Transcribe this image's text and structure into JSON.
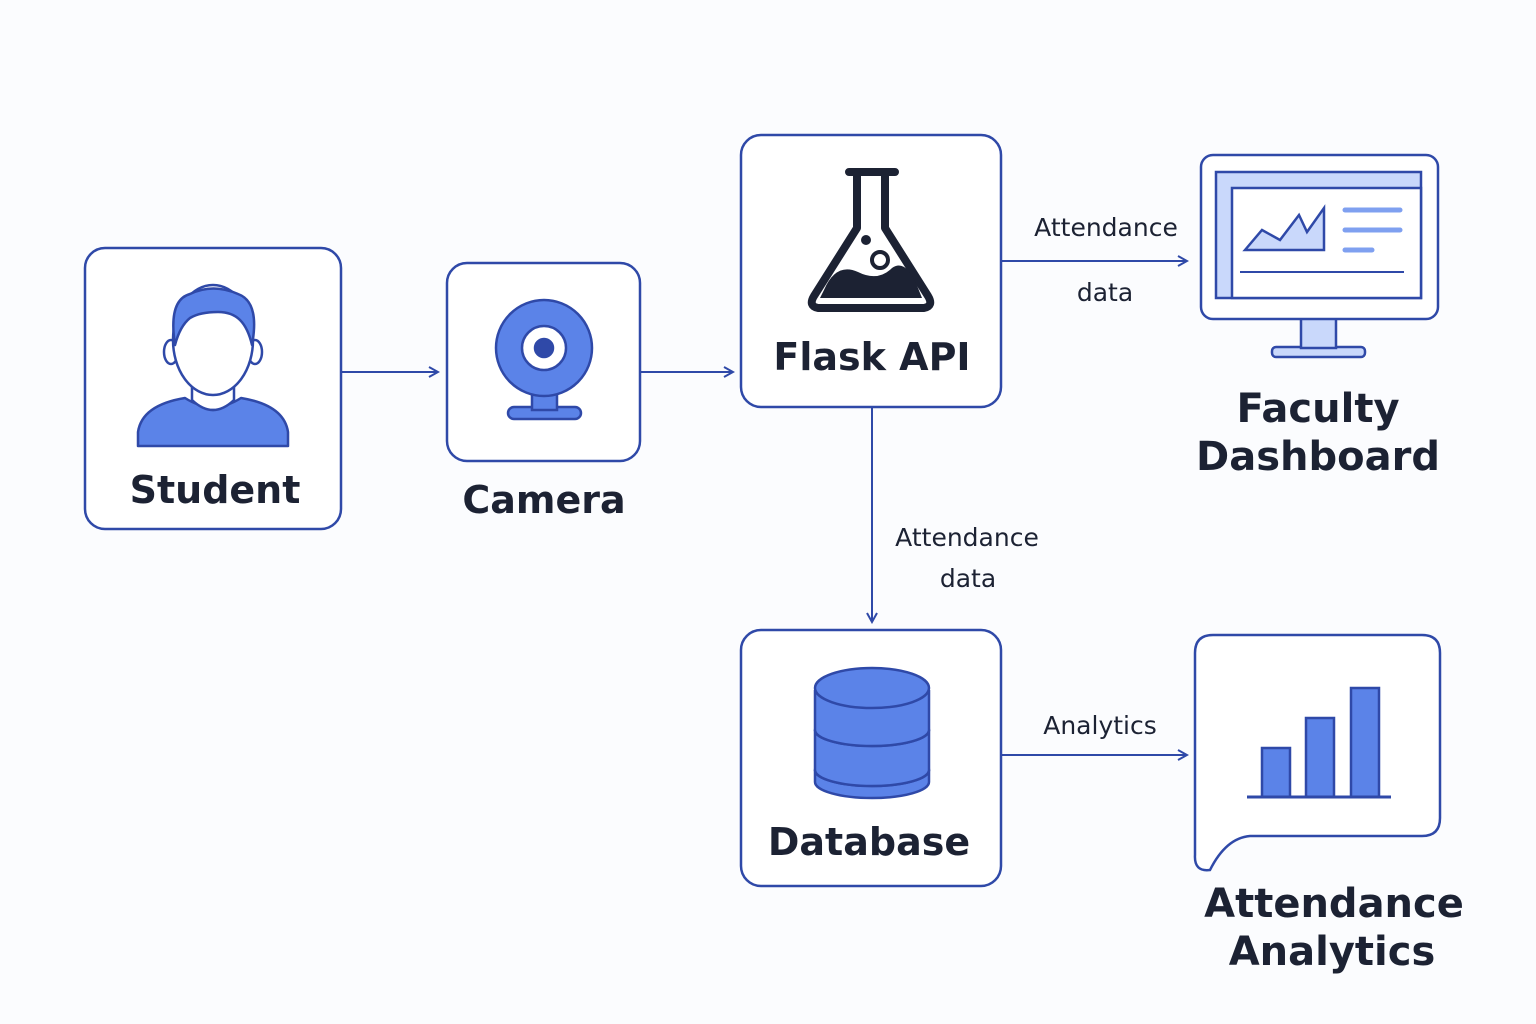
{
  "nodes": {
    "student": {
      "label": "Student",
      "icon": "student-avatar-icon"
    },
    "camera": {
      "label": "Camera",
      "icon": "webcam-icon"
    },
    "flask_api": {
      "label": "Flask API",
      "icon": "flask-icon"
    },
    "faculty_dashboard": {
      "label_line1": "Faculty",
      "label_line2": "Dashboard",
      "icon": "monitor-chart-icon"
    },
    "database": {
      "label": "Database",
      "icon": "database-icon"
    },
    "attendance_analytics": {
      "label_line1": "Attendance",
      "label_line2": "Analytics",
      "icon": "bar-chart-icon"
    }
  },
  "edges": {
    "api_to_dashboard": {
      "label_line1": "Attendance",
      "label_line2": "data"
    },
    "api_to_database": {
      "label_line1": "Attendance",
      "label_line2": "data"
    },
    "database_to_analytics": {
      "label": "Analytics"
    }
  },
  "colors": {
    "stroke": "#2f49a8",
    "fill": "#5b83e8",
    "fill_light": "#c9d8fb",
    "text": "#1c2233",
    "background": "#fbfcfe"
  }
}
